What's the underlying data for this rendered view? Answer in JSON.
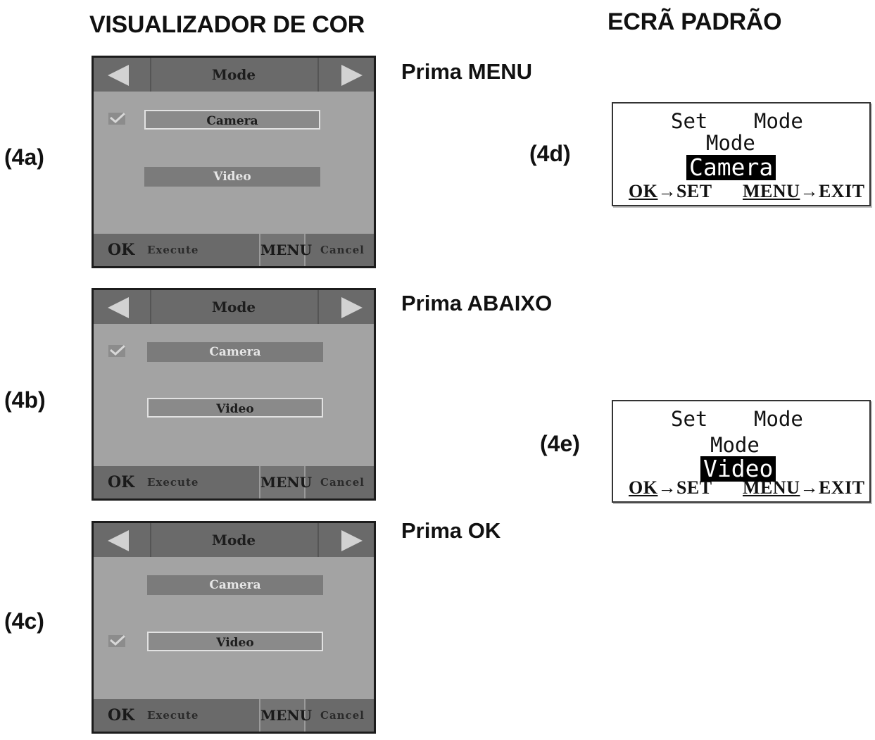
{
  "headings": {
    "left": "VISUALIZADOR DE COR",
    "right": "ECRÃ PADRÃO"
  },
  "steps": [
    {
      "label": "(4a)",
      "instruction": "Prima MENU",
      "screen": {
        "title": "Mode",
        "options": [
          "Camera",
          "Video"
        ],
        "checked_index": 0,
        "selected_index": 0,
        "ok": "OK",
        "execute": "Execute",
        "menu": "MENU",
        "cancel": "Cancel"
      }
    },
    {
      "label": "(4b)",
      "instruction": "Prima ABAIXO",
      "screen": {
        "title": "Mode",
        "options": [
          "Camera",
          "Video"
        ],
        "checked_index": 0,
        "selected_index": 1,
        "ok": "OK",
        "execute": "Execute",
        "menu": "MENU",
        "cancel": "Cancel"
      }
    },
    {
      "label": "(4c)",
      "instruction": "Prima OK",
      "screen": {
        "title": "Mode",
        "options": [
          "Camera",
          "Video"
        ],
        "checked_index": 1,
        "selected_index": 1,
        "ok": "OK",
        "execute": "Execute",
        "menu": "MENU",
        "cancel": "Cancel"
      }
    }
  ],
  "mono_screens": [
    {
      "label": "(4d)",
      "line1_a": "Set",
      "line1_b": "Mode",
      "line2": "Mode",
      "highlight": "Camera",
      "footer_ok": "OK",
      "footer_set": "→SET",
      "footer_menu": "MENU",
      "footer_exit": "→EXIT"
    },
    {
      "label": "(4e)",
      "line1_a": "Set",
      "line1_b": "Mode",
      "line2": "Mode",
      "highlight": "Video",
      "footer_ok": "OK",
      "footer_set": "→SET",
      "footer_menu": "MENU",
      "footer_exit": "→EXIT"
    }
  ],
  "colors": {
    "screen_bg": "#a3a3a3",
    "screen_bar": "#6a6a6a",
    "option_bg": "#7b7b7b",
    "highlight_bg": "#000000"
  }
}
